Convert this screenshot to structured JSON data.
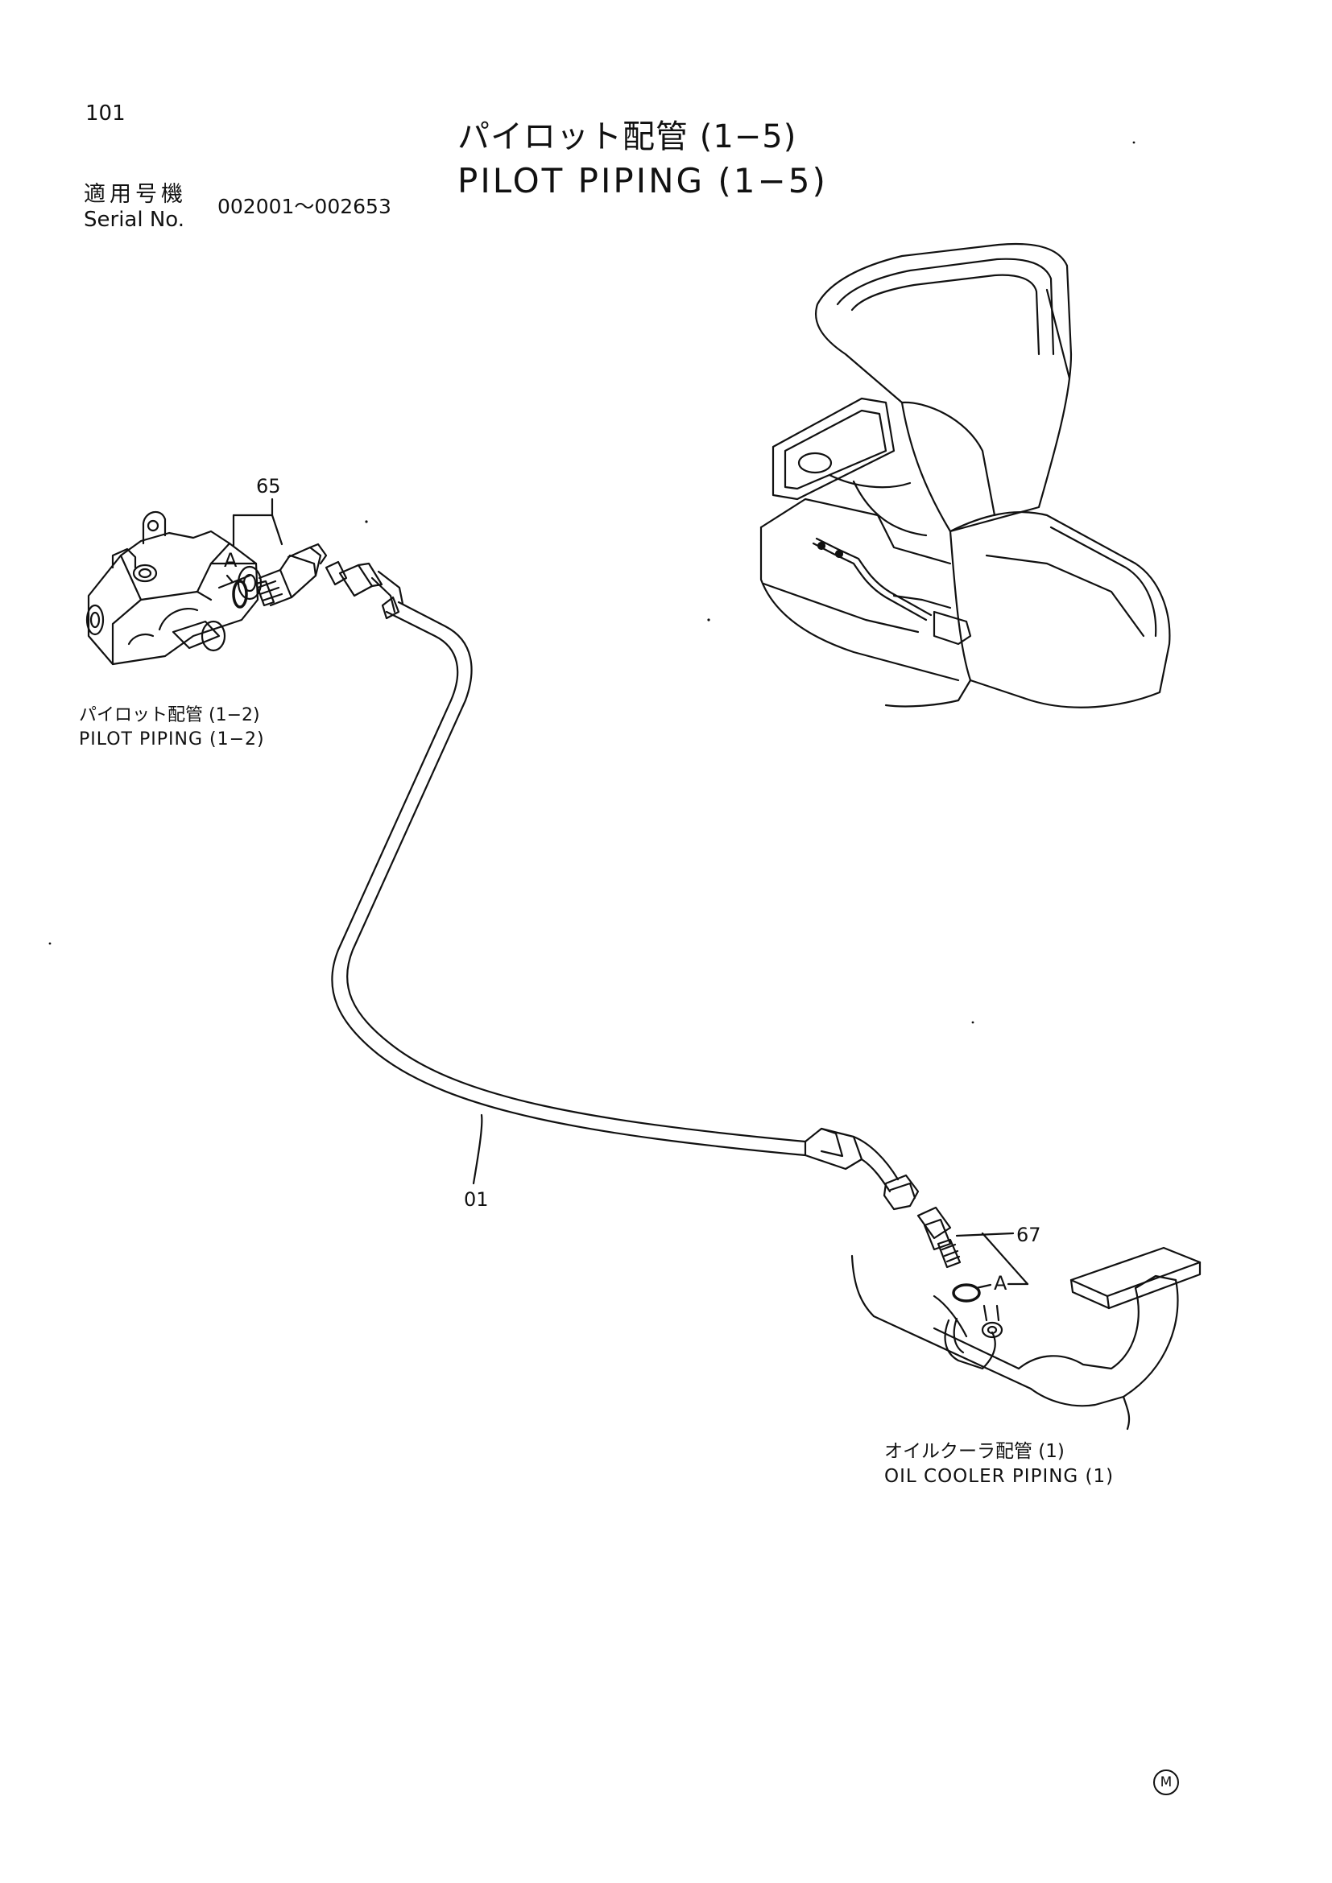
{
  "page_number": "101",
  "title": {
    "jp": "パイロット配管 (1−5)",
    "en": "PILOT PIPING (1−5)"
  },
  "applicability": {
    "label_jp": "適用号機",
    "label_en": "Serial No.",
    "range": "002001～002653"
  },
  "callouts": {
    "hose": "01",
    "left_fitting": "65",
    "right_fitting": "67"
  },
  "view_markers": {
    "left": "A",
    "right": "A"
  },
  "references": {
    "left": {
      "jp": "パイロット配管 (1−2)",
      "en": "PILOT PIPING (1−2)"
    },
    "right": {
      "jp": "オイルクーラ配管 (1)",
      "en": "OIL COOLER PIPING (1)"
    }
  },
  "corner_mark": "M",
  "icons": {
    "corner_mark": "circled-m-icon"
  }
}
